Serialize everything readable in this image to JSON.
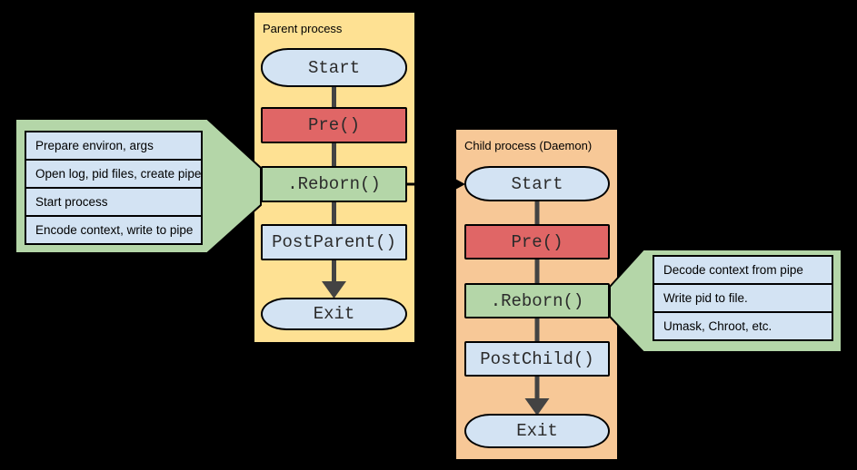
{
  "diagram": {
    "parent": {
      "label": "Parent process",
      "nodes": {
        "start": "Start",
        "pre": "Pre()",
        "reborn": ".Reborn()",
        "post": "PostParent()",
        "exit": "Exit"
      }
    },
    "child": {
      "label": "Child process (Daemon)",
      "nodes": {
        "start": "Start",
        "pre": "Pre()",
        "reborn": ".Reborn()",
        "post": "PostChild()",
        "exit": "Exit"
      }
    },
    "left_callout": {
      "items": [
        "Prepare environ, args",
        "Open log, pid files, create pipe",
        "Start process",
        "Encode context, write to pipe"
      ]
    },
    "right_callout": {
      "items": [
        "Decode context from pipe",
        "Write pid to file.",
        "Umask, Chroot, etc."
      ]
    }
  },
  "colors": {
    "background": "#000000",
    "parent_container": "#fee193",
    "child_container": "#f7c897",
    "callout_green": "#b4d6a8",
    "node_blue": "#d3e3f3",
    "node_red": "#e06666",
    "node_green": "#b4d6a8",
    "connector_gray": "#434343",
    "border": "#000000"
  }
}
